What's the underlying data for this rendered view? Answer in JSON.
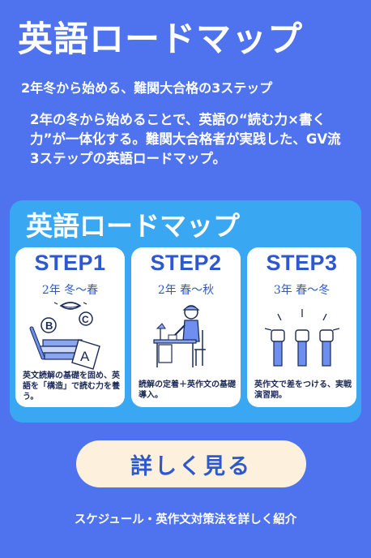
{
  "header": {
    "title": "英語ロードマップ",
    "subtitle": "2年冬から始める、難関大合格の3ステップ",
    "intro": "2年の冬から始めることで、英語の“読む力×書く力”が一体化する。難関大合格者が実践した、GV流3ステップの英語ロードマップ。"
  },
  "roadmap": {
    "title": "英語ロードマップ",
    "steps": [
      {
        "label": "STEP1",
        "season": "2年 冬〜春",
        "description": "英文読解の基礎を固め、英語を「構造」で読む力を養う。",
        "icon": "reading-books-abc-icon"
      },
      {
        "label": "STEP2",
        "season": "2年 春〜秋",
        "description": "読解の定着＋英作文の基礎導入。",
        "icon": "student-writing-at-desk-icon"
      },
      {
        "label": "STEP3",
        "season": "3年 春〜冬",
        "description": "英作文で差をつける、実戦演習期。",
        "icon": "raised-hands-icon"
      }
    ]
  },
  "cta": {
    "label": "詳しく見る"
  },
  "footer": {
    "text": "スケジュール・英作文対策法を詳しく紹介"
  },
  "colors": {
    "background": "#4f73ee",
    "panel": "#3aa7f3",
    "card": "#ffffff",
    "accent": "#2d58cf",
    "button": "#fdf1dd"
  }
}
